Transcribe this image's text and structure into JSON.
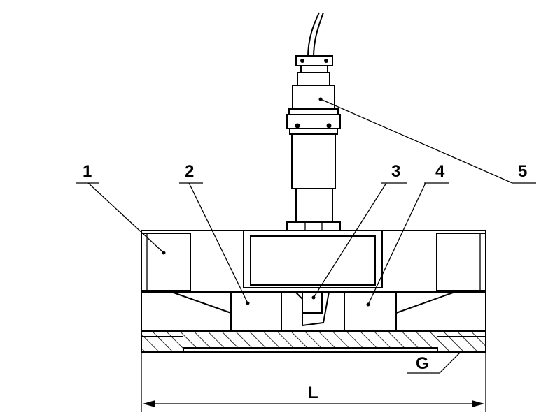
{
  "diagram": {
    "callouts": [
      {
        "id": "1",
        "text": "1"
      },
      {
        "id": "2",
        "text": "2"
      },
      {
        "id": "3",
        "text": "3"
      },
      {
        "id": "4",
        "text": "4"
      },
      {
        "id": "5",
        "text": "5"
      }
    ],
    "dimensions": {
      "thread_label": "G",
      "length_label": "L"
    }
  }
}
